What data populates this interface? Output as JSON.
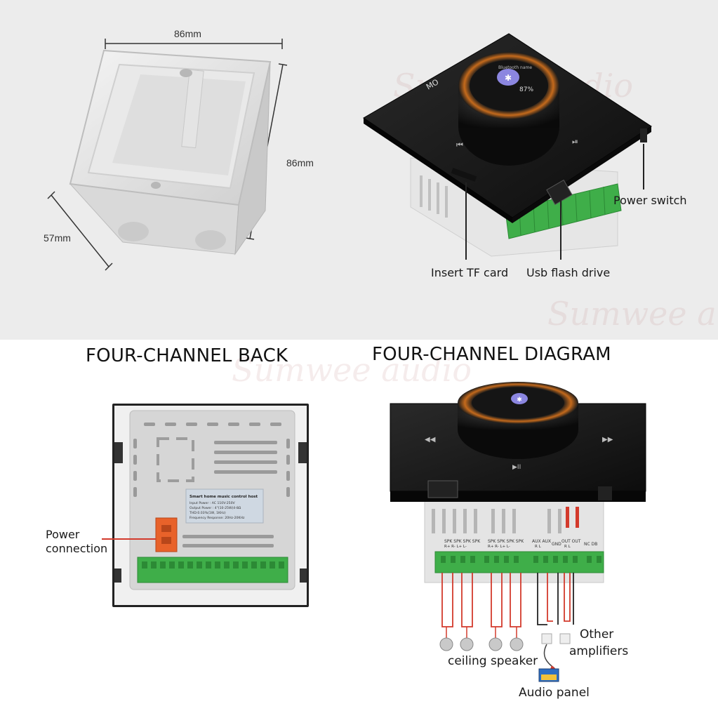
{
  "dimensions": {
    "width": "86mm",
    "height": "86mm",
    "depth": "57mm"
  },
  "callouts": {
    "power_switch": "Power switch",
    "insert_tf": "Insert TF card",
    "usb": "Usb flash drive",
    "power_connection_1": "Power",
    "power_connection_2": "connection",
    "ceiling_speaker": "ceiling speaker",
    "other_1": "Other",
    "other_2": "amplifiers",
    "audio_panel": "Audio panel"
  },
  "headings": {
    "back": "FOUR-CHANNEL BACK",
    "diagram": "FOUR-CHANNEL DIAGRAM"
  },
  "watermark": "Sumwee audio",
  "device": {
    "screen_text": "Bluetooth name",
    "volume": "87%",
    "brand_fragment": "MO",
    "back_label": {
      "title": "Smart home music control host",
      "lines": [
        "Input Power : AC 110V-250V",
        "Output Power : 4\"(10-25W)4-8Ω",
        "THD:0.03%(1W, 1KHz)",
        "Frequency Response: 20Hz-20KHz"
      ]
    },
    "terminal_labels": [
      "SPK SPK SPK SPK",
      "SPK SPK SPK SPK",
      "AUX AUX",
      "GND",
      "OUT OUT",
      "NC  DB"
    ],
    "terminal_sub": [
      "R+  R-  L+  L-",
      "R+  R-  L+  L-",
      "R   L",
      "",
      "R   L",
      ""
    ]
  },
  "colors": {
    "wire_red": "#d33a2c",
    "terminal_green": "#3fae49",
    "panel_black": "#141414",
    "connector_orange": "#e8622a"
  }
}
